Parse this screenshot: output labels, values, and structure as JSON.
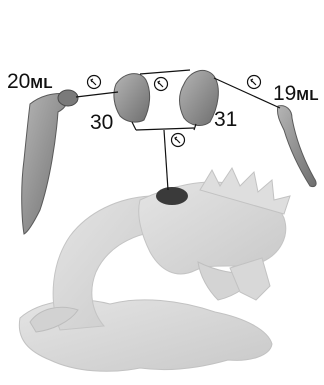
{
  "labels": {
    "part_20": {
      "number": "20",
      "unit": "ML"
    },
    "part_19": {
      "number": "19",
      "unit": "ML"
    },
    "part_30": "30",
    "part_31": "31"
  },
  "icons": {
    "glue_marker": "glue-drop-icon"
  },
  "colors": {
    "background": "#ffffff",
    "model_grey": "#d9d9d9",
    "part_dark": "#8c8c8c",
    "line": "#111111"
  }
}
